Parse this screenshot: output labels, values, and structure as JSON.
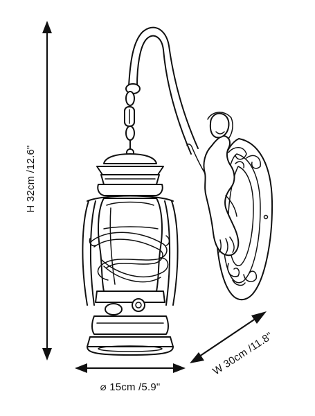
{
  "dimensions": {
    "height": "H 32cm /12.6\"",
    "width": "W  30cm /11.8\"",
    "diameter": "⌀  15cm /5.9\""
  }
}
